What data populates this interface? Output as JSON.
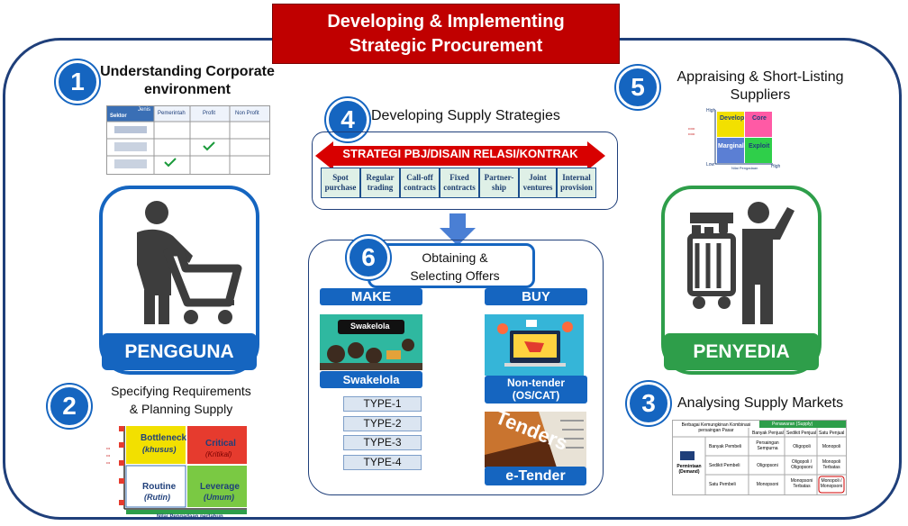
{
  "title": "Developing & Implementing\nStrategic Procurement",
  "steps": {
    "s1": {
      "num": "1",
      "title": "Understanding Corporate\nenvironment"
    },
    "s2": {
      "num": "2",
      "title": "Specifying Requirements\n& Planning Supply"
    },
    "s3": {
      "num": "3",
      "title": "Analysing Supply Markets"
    },
    "s4": {
      "num": "4",
      "title": "Developing Supply Strategies"
    },
    "s5": {
      "num": "5",
      "title": "Appraising & Short-Listing\nSuppliers"
    },
    "s6": {
      "num": "6",
      "title": "Obtaining &\nSelecting Offers"
    }
  },
  "sector_table": {
    "headers": [
      "Jenis",
      "Sektor",
      "Pemerintah",
      "Profit",
      "Non Profit"
    ]
  },
  "strategy": {
    "banner": "STRATEGI PBJ/DISAIN RELASI/KONTRAK",
    "cells": [
      "Spot\npurchase",
      "Regular\ntrading",
      "Call-off\ncontracts",
      "Fixed\ncontracts",
      "Partner-\nship",
      "Joint\nventures",
      "Internal\nprovision"
    ]
  },
  "pengguna": {
    "label": "PENGGUNA"
  },
  "penyedia": {
    "label": "PENYEDIA"
  },
  "make": {
    "header": "MAKE",
    "image_caption": "Swakelola",
    "label": "Swakelola",
    "types": [
      "TYPE-1",
      "TYPE-2",
      "TYPE-3",
      "TYPE-4"
    ]
  },
  "buy": {
    "header": "BUY",
    "nontender": "Non-tender\n(OS/CAT)",
    "tenders_caption": "Tenders",
    "etender": "e-Tender"
  },
  "portfolio": {
    "bottleneck": "Bottleneck",
    "bottleneck_sub": "(khusus)",
    "critical": "Critical",
    "critical_sub": "(Kritikal)",
    "routine": "Routine",
    "routine_sub": "(Rutin)",
    "leverage": "Leverage",
    "leverage_sub": "(Umum)",
    "xlabel": "Nilai Pengadaan pertahun"
  },
  "supplier_matrix": {
    "high": "High",
    "low": "Low",
    "develop": "Develop",
    "core": "Core",
    "marginal": "Marginal",
    "exploit": "Exploit",
    "xlabel": "Nilai Pengadaan"
  },
  "market_table": {
    "title": "Berbagai Kemungkinan Kombinasi persaingan Pasar",
    "supply_header": "Penawaran (Supply)",
    "sellers": [
      "Banyak Penjual",
      "Sedikit Penjual",
      "Satu Penjual"
    ],
    "demand_label": "Permintaan (Demand)",
    "rows": [
      {
        "buyer": "Banyak Pembeli",
        "cells": [
          "Persaingan Sempurna",
          "Oligopoli",
          "Monopoli"
        ]
      },
      {
        "buyer": "Sedikit Pembeli",
        "cells": [
          "Oligopsoni",
          "Oligopoli / Oligopsoni",
          "Monopoli Terbatas"
        ]
      },
      {
        "buyer": "Satu Pembeli",
        "cells": [
          "Monopsoni",
          "Monopsoni Terbatas",
          "Monopoli / Monopsoni"
        ]
      }
    ]
  },
  "colors": {
    "title_red": "#c00000",
    "blue": "#1565c0",
    "green": "#2e9e4a",
    "frame": "#1f3f7a"
  }
}
